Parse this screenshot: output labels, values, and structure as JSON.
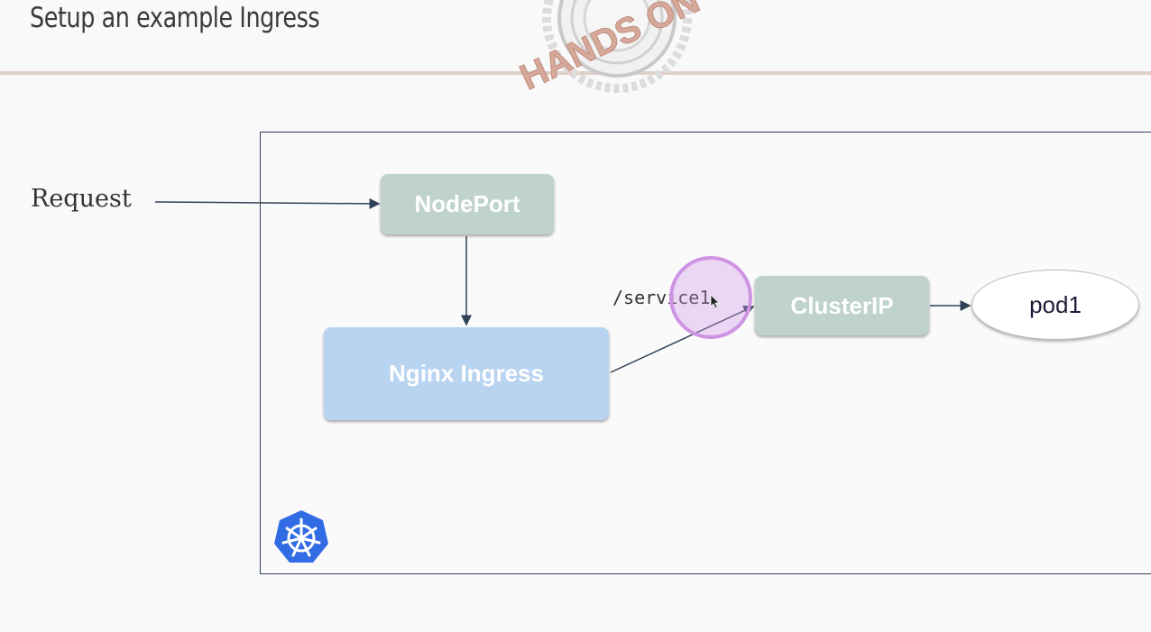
{
  "slide": {
    "title": "Setup an example Ingress"
  },
  "diagram": {
    "request_label": "Request",
    "nodeport_label": "NodePort",
    "ingress_label": "Nginx Ingress",
    "path_label": "/service1",
    "clusterip_label": "ClusterIP",
    "pod_label": "pod1"
  },
  "stamp": {
    "text": "HANDS ON"
  },
  "colors": {
    "nodeport_fill": "#bfd3cc",
    "ingress_fill": "#b9d4f1",
    "clusterip_fill": "#bfd3cc",
    "arrow": "#2f4157",
    "cursor_highlight": "#cf93e4",
    "kubernetes_blue": "#326ce5"
  },
  "icons": {
    "logo": "kubernetes-logo-icon",
    "cursor": "mouse-pointer-icon"
  }
}
